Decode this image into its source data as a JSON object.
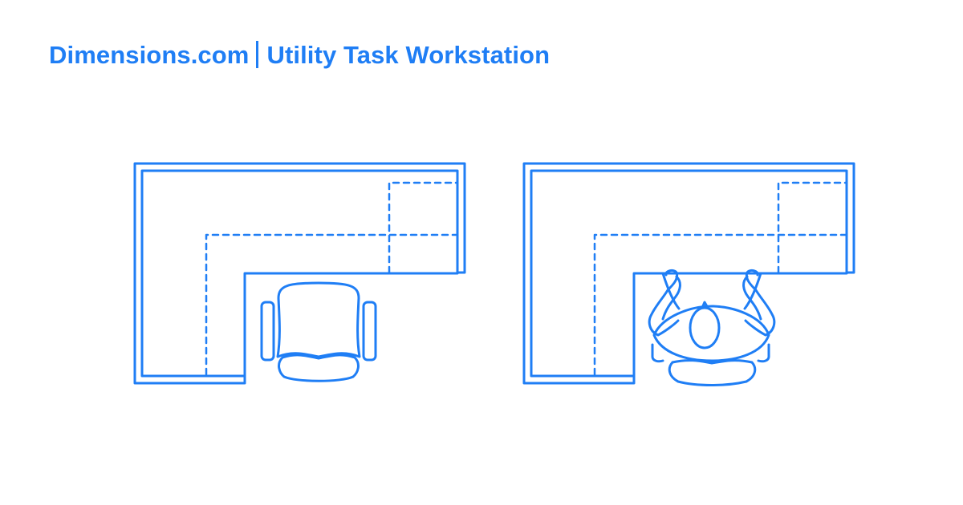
{
  "header": {
    "brand": "Dimensions.com",
    "separator": "|",
    "title": "Utility Task Workstation"
  },
  "colors": {
    "accent": "#1f7ef5",
    "background": "#ffffff"
  },
  "drawings": [
    {
      "name": "workstation-with-chair",
      "elements": [
        "l-shaped-desk",
        "dashed-work-zones",
        "task-chair"
      ]
    },
    {
      "name": "workstation-with-seated-person",
      "elements": [
        "l-shaped-desk",
        "dashed-work-zones",
        "seated-person",
        "task-chair"
      ]
    }
  ]
}
